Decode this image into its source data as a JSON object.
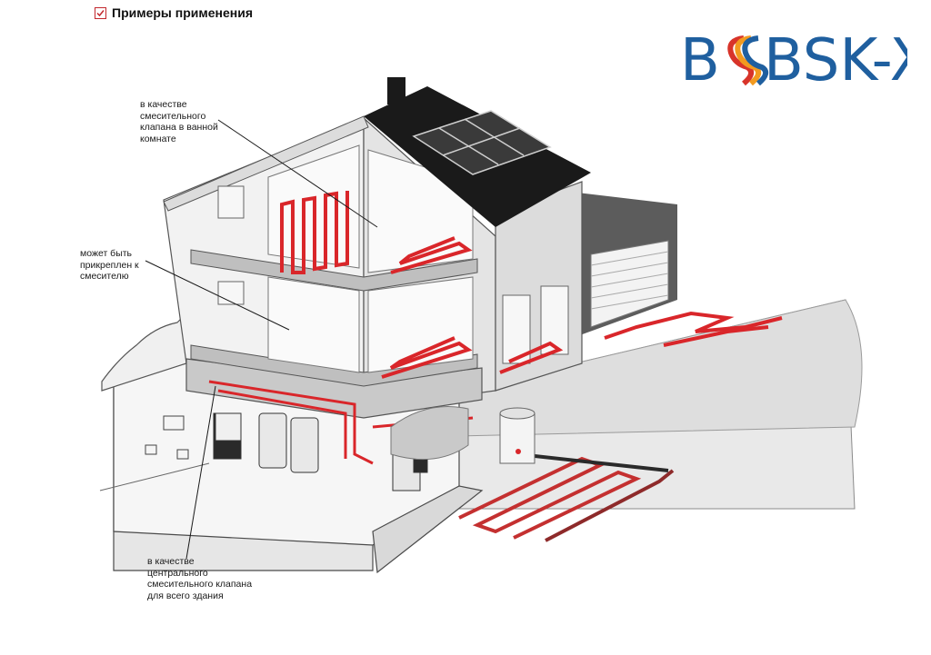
{
  "header": {
    "title": "Примеры применения",
    "icon": "checkbox-icon"
  },
  "logo": {
    "text": "BSK-XXI",
    "colors": [
      "#1f5f9f",
      "#d8342a",
      "#f29a1f",
      "#1f5f9f"
    ]
  },
  "callouts": {
    "bathroom": "в качестве\nсмесительного\nклапана в ванной\nкомнате",
    "mixer": "может быть\nприкреплен к\nсмесителю",
    "central": "в качестве\nцентрального\nсмесительного клапана\nдля всего здания"
  },
  "colors": {
    "heating_pipe": "#d9262a",
    "roof": "#1a1a1a",
    "wall_fill": "#ededed",
    "wall_stroke": "#555555"
  }
}
